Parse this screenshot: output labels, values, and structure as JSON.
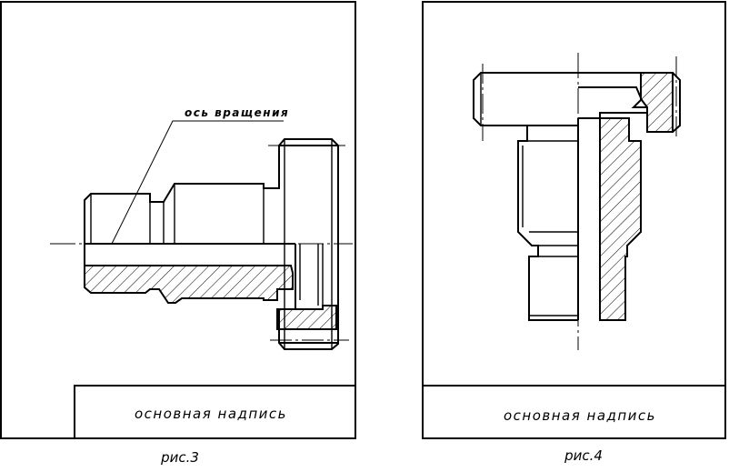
{
  "figure3": {
    "annotation": "ось вращения",
    "title_block": "основная надпись",
    "caption": "рис.3"
  },
  "figure4": {
    "title_block": "основная надпись",
    "caption": "рис.4"
  }
}
